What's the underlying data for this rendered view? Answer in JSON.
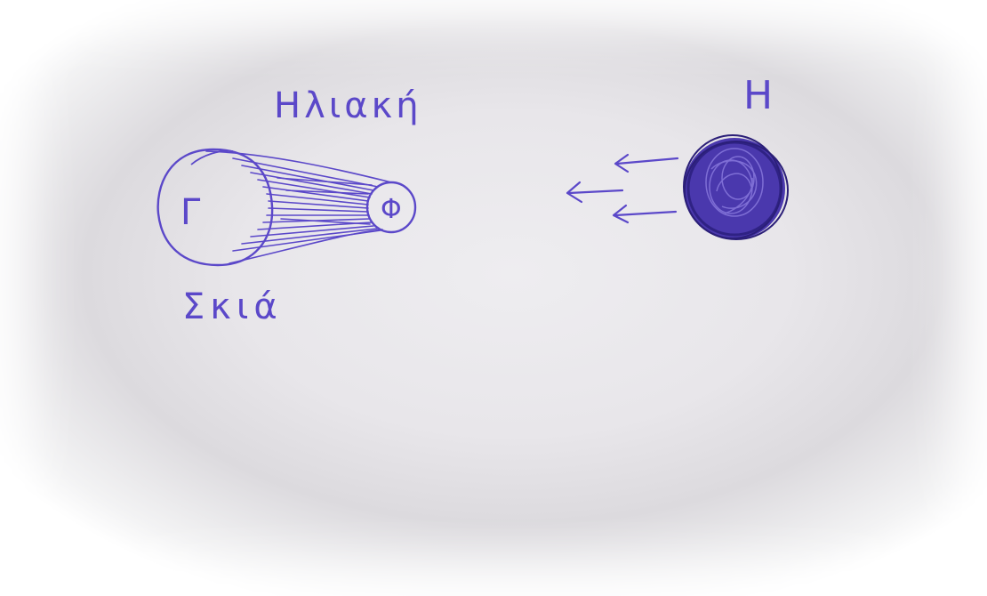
{
  "labels": {
    "eclipse_label": "Ηλιακή",
    "shadow_label": "Σκιά",
    "earth_letter": "Γ",
    "moon_letter": "Φ",
    "sun_letter": "Η"
  },
  "colors": {
    "ink": "#5b48c9",
    "ink_dark": "#3a2a8f",
    "paper": "#e8e6ea"
  }
}
